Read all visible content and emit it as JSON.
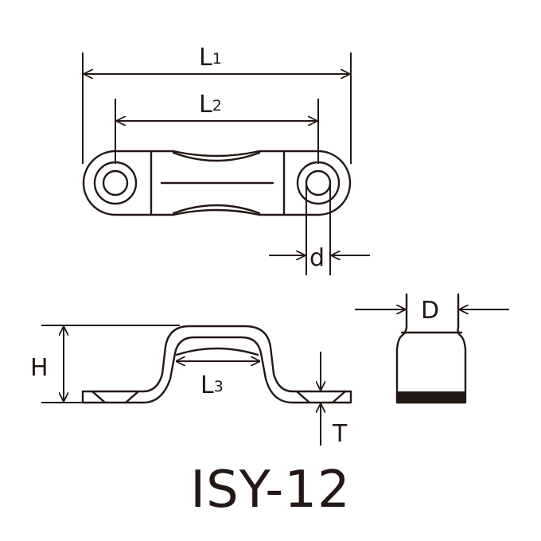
{
  "labels": {
    "l1_main": "L",
    "l1_sub": "1",
    "l2_main": "L",
    "l2_sub": "2",
    "l3_main": "L",
    "l3_sub": "3",
    "d_small": "d",
    "d_large": "D",
    "h": "H",
    "t": "T"
  },
  "title": "ISY-12",
  "colors": {
    "ink": "#231815"
  }
}
